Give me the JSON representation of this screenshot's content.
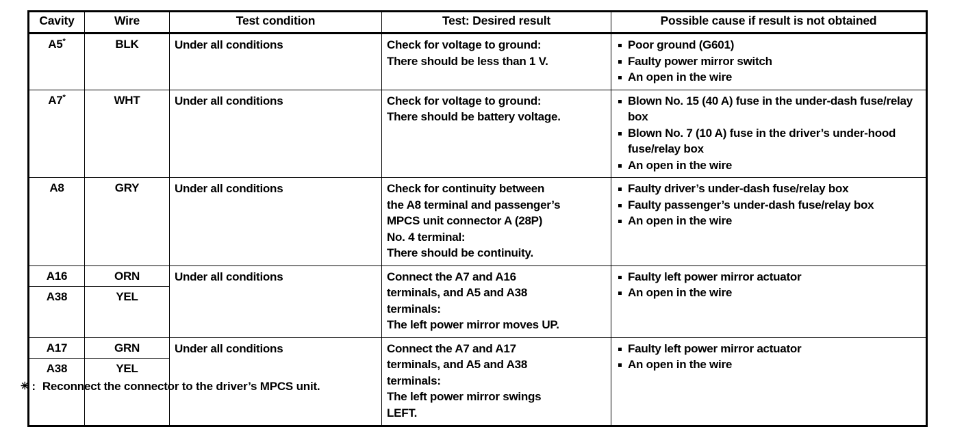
{
  "table": {
    "headers": [
      "Cavity",
      "Wire",
      "Test condition",
      "Test: Desired result",
      "Possible cause if result is not obtained"
    ],
    "rows": [
      {
        "cavities": [
          "A5"
        ],
        "cavity_marks": [
          "*"
        ],
        "wires": [
          "BLK"
        ],
        "condition": "Under all conditions",
        "test_lines": [
          "Check for voltage to ground:",
          "There should be less than 1 V."
        ],
        "causes": [
          "Poor ground (G601)",
          "Faulty power mirror switch",
          "An open in the wire"
        ]
      },
      {
        "cavities": [
          "A7"
        ],
        "cavity_marks": [
          "*"
        ],
        "wires": [
          "WHT"
        ],
        "condition": "Under all conditions",
        "test_lines": [
          "Check for voltage to ground:",
          "There should be battery voltage."
        ],
        "causes": [
          "Blown No. 15 (40 A) fuse in the under-dash fuse/relay box",
          "Blown No. 7 (10 A) fuse in the driver’s under-hood fuse/relay box",
          "An open in the wire"
        ]
      },
      {
        "cavities": [
          "A8"
        ],
        "cavity_marks": [
          ""
        ],
        "wires": [
          "GRY"
        ],
        "condition": "Under all conditions",
        "test_lines": [
          "Check for continuity between",
          "the A8 terminal and passenger’s",
          "MPCS unit connector A (28P)",
          "No. 4 terminal:",
          "There should be continuity."
        ],
        "causes": [
          "Faulty driver’s under-dash fuse/relay box",
          "Faulty passenger’s under-dash fuse/relay box",
          "An open in the wire"
        ]
      },
      {
        "cavities": [
          "A16",
          "A38"
        ],
        "cavity_marks": [
          "",
          ""
        ],
        "wires": [
          "ORN",
          "YEL"
        ],
        "condition": "Under all conditions",
        "test_lines": [
          "Connect the A7 and A16",
          "terminals, and A5 and A38",
          "terminals:",
          "The left power mirror moves UP."
        ],
        "causes": [
          "Faulty left power mirror actuator",
          "An open in the wire"
        ]
      },
      {
        "cavities": [
          "A17",
          "A38"
        ],
        "cavity_marks": [
          "",
          ""
        ],
        "wires": [
          "GRN",
          "YEL"
        ],
        "condition": "Under all conditions",
        "test_lines": [
          "Connect the A7 and A17",
          "terminals, and A5 and A38",
          "terminals:",
          "The left power mirror swings",
          "LEFT."
        ],
        "causes": [
          "Faulty left power mirror actuator",
          "An open in the wire"
        ]
      }
    ]
  },
  "footnote": {
    "marker": "✳",
    "colon": ":",
    "text": "Reconnect the connector to the driver’s MPCS unit."
  }
}
